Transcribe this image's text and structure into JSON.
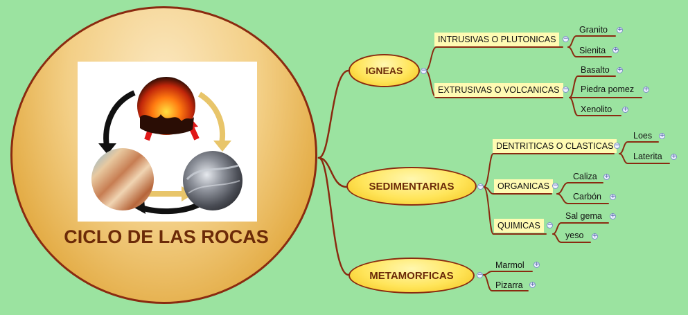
{
  "central": {
    "title": "CICLO DE LAS ROCAS"
  },
  "image_icons": [
    "volcano-rock-icon",
    "sandstone-rock-icon",
    "metamorphic-rock-icon",
    "cycle-arrows-icon"
  ],
  "colors": {
    "background": "#9be3a0",
    "branch": "#8a2a10",
    "topic_fill": "#ffe55a",
    "subtopic_fill": "#fffbb3",
    "main_fill": "#f3cf86"
  },
  "toggles": {
    "collapse": "−",
    "expand": "+"
  },
  "topics": [
    {
      "label": "IGNEAS",
      "subtopics": [
        {
          "label": "INTRUSIVAS O PLUTONICAS",
          "leaves": [
            "Granito",
            "Sienita"
          ]
        },
        {
          "label": "EXTRUSIVAS O VOLCANICAS",
          "leaves": [
            "Basalto",
            "Piedra pomez",
            "Xenolito"
          ]
        }
      ]
    },
    {
      "label": "SEDIMENTARIAS",
      "subtopics": [
        {
          "label": "DENTRITICAS O CLASTICAS",
          "leaves": [
            "Loes",
            "Laterita"
          ]
        },
        {
          "label": "ORGANICAS",
          "leaves": [
            "Caliza",
            "Carbón"
          ]
        },
        {
          "label": "QUIMICAS",
          "leaves": [
            "Sal gema",
            "yeso"
          ]
        }
      ]
    },
    {
      "label": "METAMORFICAS",
      "leaves": [
        "Marmol",
        "Pizarra"
      ]
    }
  ]
}
